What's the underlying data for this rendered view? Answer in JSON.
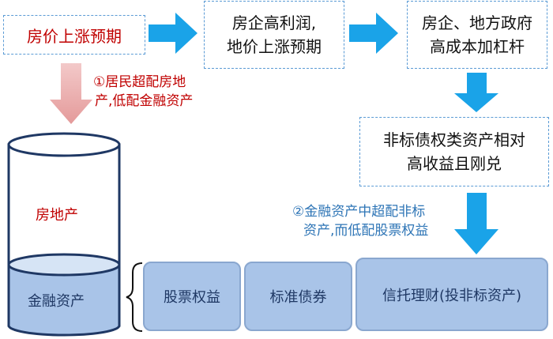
{
  "boxes": {
    "expect": "房价上涨预期",
    "profit_line1": "房企高利润,",
    "profit_line2": "地价上涨预期",
    "leverage_line1": "房企、地方政府",
    "leverage_line2": "高成本加杠杆",
    "nonstd_line1": "非标债权类资产相对",
    "nonstd_line2": "高收益且刚兑"
  },
  "notes": {
    "note1_line1": "①居民超配房地",
    "note1_line2": "产,低配金融资产",
    "note2_line1": "②金融资产中超配非标",
    "note2_line2": "资产,而低配股票权益"
  },
  "cylinder": {
    "top_label": "房地产",
    "bottom_label": "金融资产"
  },
  "assets": {
    "equity": "股票权益",
    "bonds": "标准债券",
    "trust": "信托理财(投非标资产)"
  },
  "colors": {
    "red_text": "#c00000",
    "blue_note": "#2e75b6",
    "arrow_blue": "#1aa3e8",
    "arrow_pink": "#e6a3a3"
  }
}
